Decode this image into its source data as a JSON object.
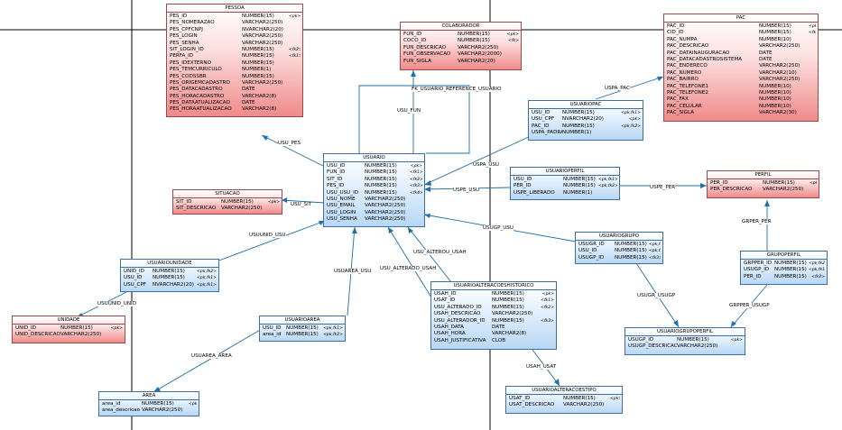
{
  "entities": {
    "pessoa": {
      "title": "PESSOA",
      "rows": [
        [
          "PES_ID",
          "NUMBER(15)",
          "<pk>"
        ],
        [
          "PES_NOMERAZAO",
          "VARCHAR2(250)",
          ""
        ],
        [
          "PES_CPFCNPJ",
          "NVARCHAR2(20)",
          ""
        ],
        [
          "PES_LOGIN",
          "VARCHAR2(250)",
          ""
        ],
        [
          "PES_SENHA",
          "VARCHAR2(250)",
          ""
        ],
        [
          "SIT_LOGIN_ID",
          "NUMBER(15)",
          "<fk2>"
        ],
        [
          "PERFA_ID",
          "NUMBER(15)",
          "<fk1>"
        ],
        [
          "PES_IDEXTERNO",
          "NUMBER(15)",
          ""
        ],
        [
          "PES_TEMCURRICULO",
          "NUMBER(1)",
          ""
        ],
        [
          "PES_CODSSBR",
          "NUMBER(15)",
          ""
        ],
        [
          "PES_ORIGEMCADASTRO",
          "VARCHAR2(250)",
          ""
        ],
        [
          "PES_DATACADASTRO",
          "DATE",
          ""
        ],
        [
          "PES_HORACADASTRO",
          "VARCHAR2(8)",
          ""
        ],
        [
          "PES_DATAATUALIZACAO",
          "DATE",
          ""
        ],
        [
          "PES_HORAATUALIZACAO",
          "VARCHAR2(8)",
          ""
        ]
      ]
    },
    "colaborador": {
      "title": "COLABORADOR",
      "rows": [
        [
          "FUN_ID",
          "NUMBER(15)",
          "<pk>"
        ],
        [
          "COCO_ID",
          "NUMBER(15)",
          "<fk>"
        ],
        [
          "FUN_DESCRICAO",
          "VARCHAR2(250)",
          ""
        ],
        [
          "FUN_OBSERVACAO",
          "VARCHAR2(2000)",
          ""
        ],
        [
          "FUN_SIGLA",
          "VARCHAR2(20)",
          ""
        ]
      ]
    },
    "pac": {
      "title": "PAC",
      "rows": [
        [
          "PAC_ID",
          "NUMBER(15)",
          "<pk>"
        ],
        [
          "CID_ID",
          "NUMBER(15)",
          "<fk>"
        ],
        [
          "PAC_NUMPA",
          "NUMBER(10)",
          ""
        ],
        [
          "PAC_DESCRICAO",
          "VARCHAR2(250)",
          ""
        ],
        [
          "PAC_DATAINAUGURACAO",
          "DATE",
          ""
        ],
        [
          "PAC_DATACADASTROSISTEMA",
          "DATE",
          ""
        ],
        [
          "PAC_ENDERECO",
          "VARCHAR2(250)",
          ""
        ],
        [
          "PAC_NUMERO",
          "VARCHAR2(10)",
          ""
        ],
        [
          "PAC_BAIRRO",
          "VARCHAR2(250)",
          ""
        ],
        [
          "PAC_TELEFONE1",
          "NUMBER(10)",
          ""
        ],
        [
          "PAC_TELEFONE2",
          "NUMBER(10)",
          ""
        ],
        [
          "PAC_FAX",
          "NUMBER(10)",
          ""
        ],
        [
          "PAC_CELULAR",
          "NUMBER(10)",
          ""
        ],
        [
          "PAC_SIGLA",
          "VARCHAR2(30)",
          ""
        ]
      ]
    },
    "usuariopac": {
      "title": "USUARIOPAC",
      "rows": [
        [
          "USU_ID",
          "NUMBER(15)",
          "<pk,fk1>"
        ],
        [
          "USU_CPF",
          "NVARCHAR2(20)",
          "<pk>"
        ],
        [
          "PAC_ID",
          "NUMBER(15)",
          "<pk,fk2>"
        ],
        [
          "USPA_PADRAO",
          "NUMBER(1)",
          ""
        ]
      ]
    },
    "usuario": {
      "title": "USUARIO",
      "rows": [
        [
          "USU_ID",
          "NUMBER(15)",
          "<pk>"
        ],
        [
          "FUN_ID",
          "NUMBER(15)",
          "<fk1>"
        ],
        [
          "SIT_ID",
          "NUMBER(15)",
          "<fk2>"
        ],
        [
          "PES_ID",
          "NUMBER(15)",
          "<fk3>"
        ],
        [
          "USU_USU_ID",
          "NUMBER(15)",
          "<fk4>"
        ],
        [
          "USU_NOME",
          "VARCHAR2(250)",
          ""
        ],
        [
          "USU_EMAIL",
          "VARCHAR2(250)",
          ""
        ],
        [
          "USU_LOGIN",
          "VARCHAR2(250)",
          ""
        ],
        [
          "USU_SENHA",
          "VARCHAR2(250)",
          ""
        ]
      ]
    },
    "situacao": {
      "title": "SITUACAO",
      "rows": [
        [
          "SIT_ID",
          "NUMBER(15)",
          "<pk>"
        ],
        [
          "SIT_DESCRICAO",
          "VARCHAR2(250)",
          ""
        ]
      ]
    },
    "usuarioperfil": {
      "title": "USUARIOPERFIL",
      "rows": [
        [
          "USU_ID",
          "NUMBER(15)",
          "<pk,fk1>"
        ],
        [
          "PER_ID",
          "NUMBER(15)",
          "<pk,fk2>"
        ],
        [
          "USPE_LIBERADO",
          "NUMBER(1)",
          ""
        ]
      ]
    },
    "perfil": {
      "title": "PERFIL",
      "rows": [
        [
          "PER_ID",
          "NUMBER(15)",
          "<pk>"
        ],
        [
          "PER_DESCRICAO",
          "VARCHAR2(250)",
          ""
        ]
      ]
    },
    "usuariogrupo": {
      "title": "USUARIOGRUPO",
      "rows": [
        [
          "USUGR_ID",
          "NUMBER(15)",
          "<pk,fk2>"
        ],
        [
          "USU_ID",
          "NUMBER(15)",
          "<pk,fk1>"
        ],
        [
          "USUGP_ID",
          "NUMBER(15)",
          "<fk3>"
        ]
      ]
    },
    "grupoperfil": {
      "title": "GRUPOPERFIL",
      "rows": [
        [
          "GRPPER_ID",
          "NUMBER(15)",
          "<pk,fk2>"
        ],
        [
          "USUGP_ID",
          "NUMBER(15)",
          "<pk,fk1>"
        ],
        [
          "PER_ID",
          "NUMBER(15)",
          "<fk2>"
        ]
      ]
    },
    "usuariounidade": {
      "title": "USUARIOUNIDADE",
      "rows": [
        [
          "UNID_ID",
          "NUMBER(15)",
          "<pk,fk2>"
        ],
        [
          "USU_ID",
          "NUMBER(15)",
          "<pk,fk1>"
        ],
        [
          "USU_CPF",
          "NVARCHAR2(20)",
          "<pk,fk1>"
        ]
      ]
    },
    "unidade": {
      "title": "UNIDADE",
      "rows": [
        [
          "UNID_ID",
          "NUMBER(15)",
          "<pk>"
        ],
        [
          "UNID_DESCRICAO",
          "VARCHAR2(250)",
          ""
        ]
      ]
    },
    "usuarioarea": {
      "title": "USUARIOAREA",
      "rows": [
        [
          "USU_ID",
          "NUMBER(15)",
          "<pk,fk1>"
        ],
        [
          "area_id",
          "NUMBER(15)",
          "<pk,fk2>"
        ]
      ]
    },
    "area": {
      "title": "AREA",
      "rows": [
        [
          "area_id",
          "NUMBER(15)",
          "<pk>"
        ],
        [
          "area_descricao",
          "VARCHAR2(250)",
          ""
        ]
      ]
    },
    "usuarioalteracoes": {
      "title": "USUARIOALTERACOESHISTORICO",
      "rows": [
        [
          "USAH_ID",
          "NUMBER(15)",
          "<pk>"
        ],
        [
          "USAT_ID",
          "NUMBER(15)",
          "<fk1>"
        ],
        [
          "USU_ALTERADO_ID",
          "NUMBER(15)",
          "<fk2>"
        ],
        [
          "USAH_DESCRICAO",
          "VARCHAR2(250)",
          ""
        ],
        [
          "USU_ALTERADOR_ID",
          "NUMBER(15)",
          "<fk3>"
        ],
        [
          "USAH_DATA",
          "DATE",
          ""
        ],
        [
          "USAH_HORA",
          "VARCHAR2(8)",
          ""
        ],
        [
          "USAH_JUSTIFICATIVA",
          "CLOB",
          ""
        ]
      ]
    },
    "usuarioalteracoestipo": {
      "title": "USUARIOALTERACOESTIPO",
      "rows": [
        [
          "USAT_ID",
          "NUMBER(15)",
          "<pk>"
        ],
        [
          "USAT_DESCRICAO",
          "VARCHAR2(250)",
          ""
        ]
      ]
    },
    "usuariogrupoperfil": {
      "title": "USUARIOGRUPOPERFIL",
      "rows": [
        [
          "USUGP_ID",
          "NUMBER(15)",
          "<pk>"
        ],
        [
          "USUGP_DESCRICAO",
          "VARCHAR2(250)",
          ""
        ]
      ]
    }
  },
  "relationships": {
    "usu_pes": "USU_PES",
    "fk_usuario": "FK_USUARIO_REFERENCE_USUARIO",
    "usu_fun": "USU_FUN",
    "uspa_pac": "USPA_PAC",
    "uspa_usu": "USPA_USU",
    "usu_sit": "USU_SIT",
    "uspe_usu": "USPE_USU",
    "uspe_per": "USPE_PER",
    "usugp_usu": "USUGP_USU",
    "grper_per": "GRPER_PER",
    "grper_usugp": "GRPPER_USUGP",
    "usuunid_usu": "USUUNID_USU",
    "usuunid_unid": "USUUNID_UNID",
    "usuarea_usu": "USUAREA_USU",
    "usuarea_area": "USUAREA_AREA",
    "usu_alterado_usah": "USU_ALTERADO_USAH",
    "usu_alterou_usah": "USU_ALTEROU_USAH",
    "usah_usat": "USAH_USAT",
    "usugr_usugp": "USUGR_USUGP"
  }
}
